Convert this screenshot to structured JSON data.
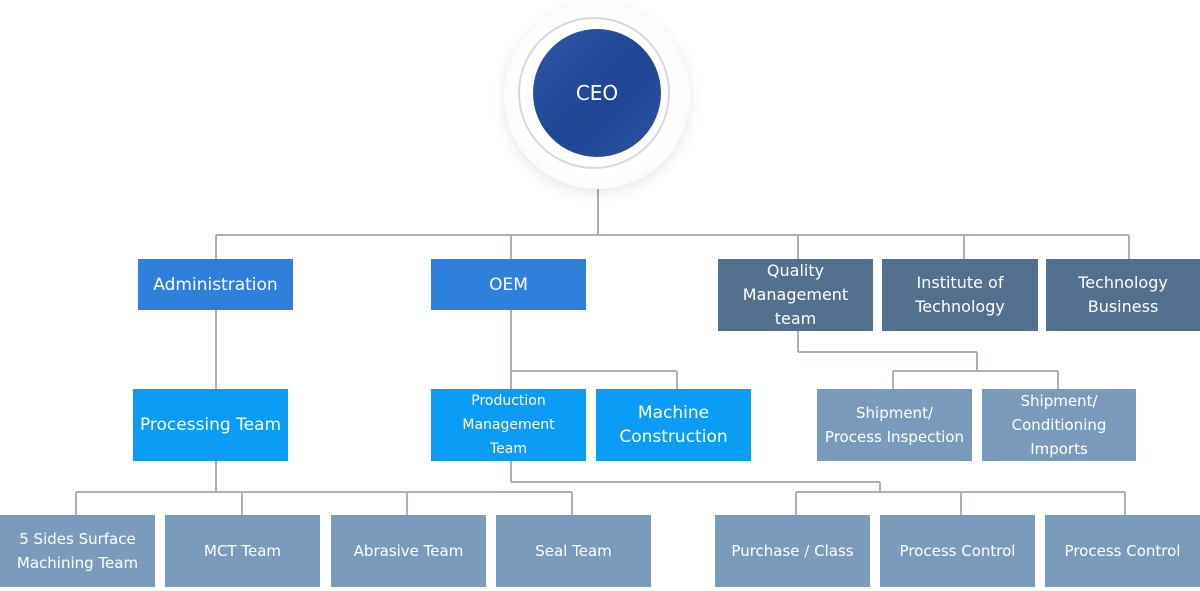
{
  "ceo": "CEO",
  "colors": {
    "line": "#a9b0b8",
    "blue": "#2f7fdc",
    "cyan": "#0b9cf5",
    "slate": "#54708f",
    "steel": "#7b9bbd",
    "ceo": "#1f4594"
  },
  "departments": {
    "administration": "Administration",
    "oem": "OEM",
    "quality": "Quality\nManagement team",
    "institute": "Institute of\nTechnology",
    "technology": "Technology\nBusiness"
  },
  "teams": {
    "processing": "Processing Team",
    "production": "Production\nManagement\nTeam",
    "machine": "Machine\nConstruction",
    "shipment_inspection": "Shipment/\nProcess Inspection",
    "shipment_imports": "Shipment/\nConditioning Imports"
  },
  "units": {
    "five_sides": "5 Sides Surface\nMachining Team",
    "mct": "MCT Team",
    "abrasive": "Abrasive Team",
    "seal": "Seal Team",
    "purchase": "Purchase / Class",
    "process_control_1": "Process Control",
    "process_control_2": "Process Control"
  }
}
